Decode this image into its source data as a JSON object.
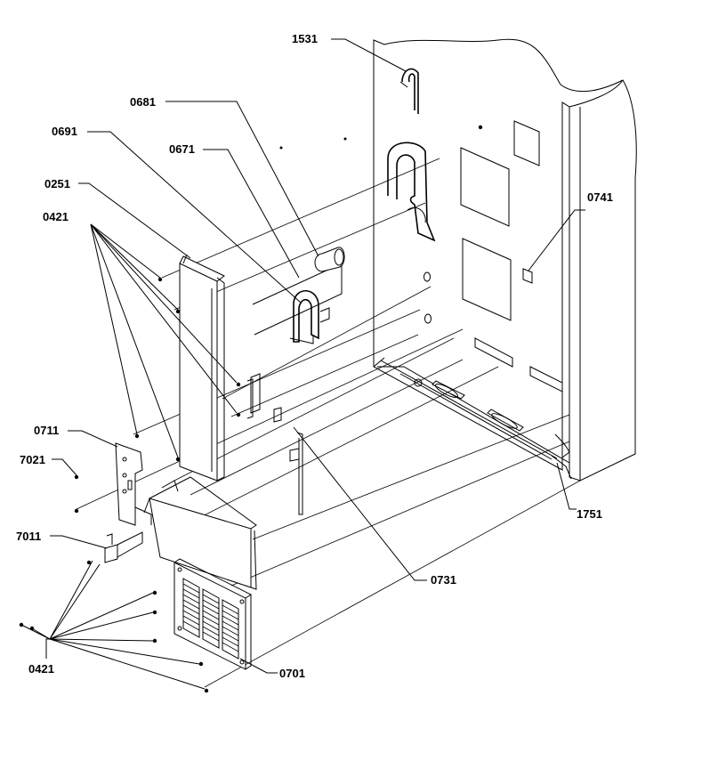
{
  "colors": {
    "ink": "#000000",
    "paper": "#ffffff"
  },
  "callouts": {
    "c1531": "1531",
    "c0681": "0681",
    "c0691": "0691",
    "c0671": "0671",
    "c0251": "0251",
    "c0421_top": "0421",
    "c0741": "0741",
    "c0711": "0711",
    "c7021": "7021",
    "c7011": "7011",
    "c0731": "0731",
    "c1751": "1751",
    "c0421_bottom": "0421",
    "c0701": "0701"
  }
}
